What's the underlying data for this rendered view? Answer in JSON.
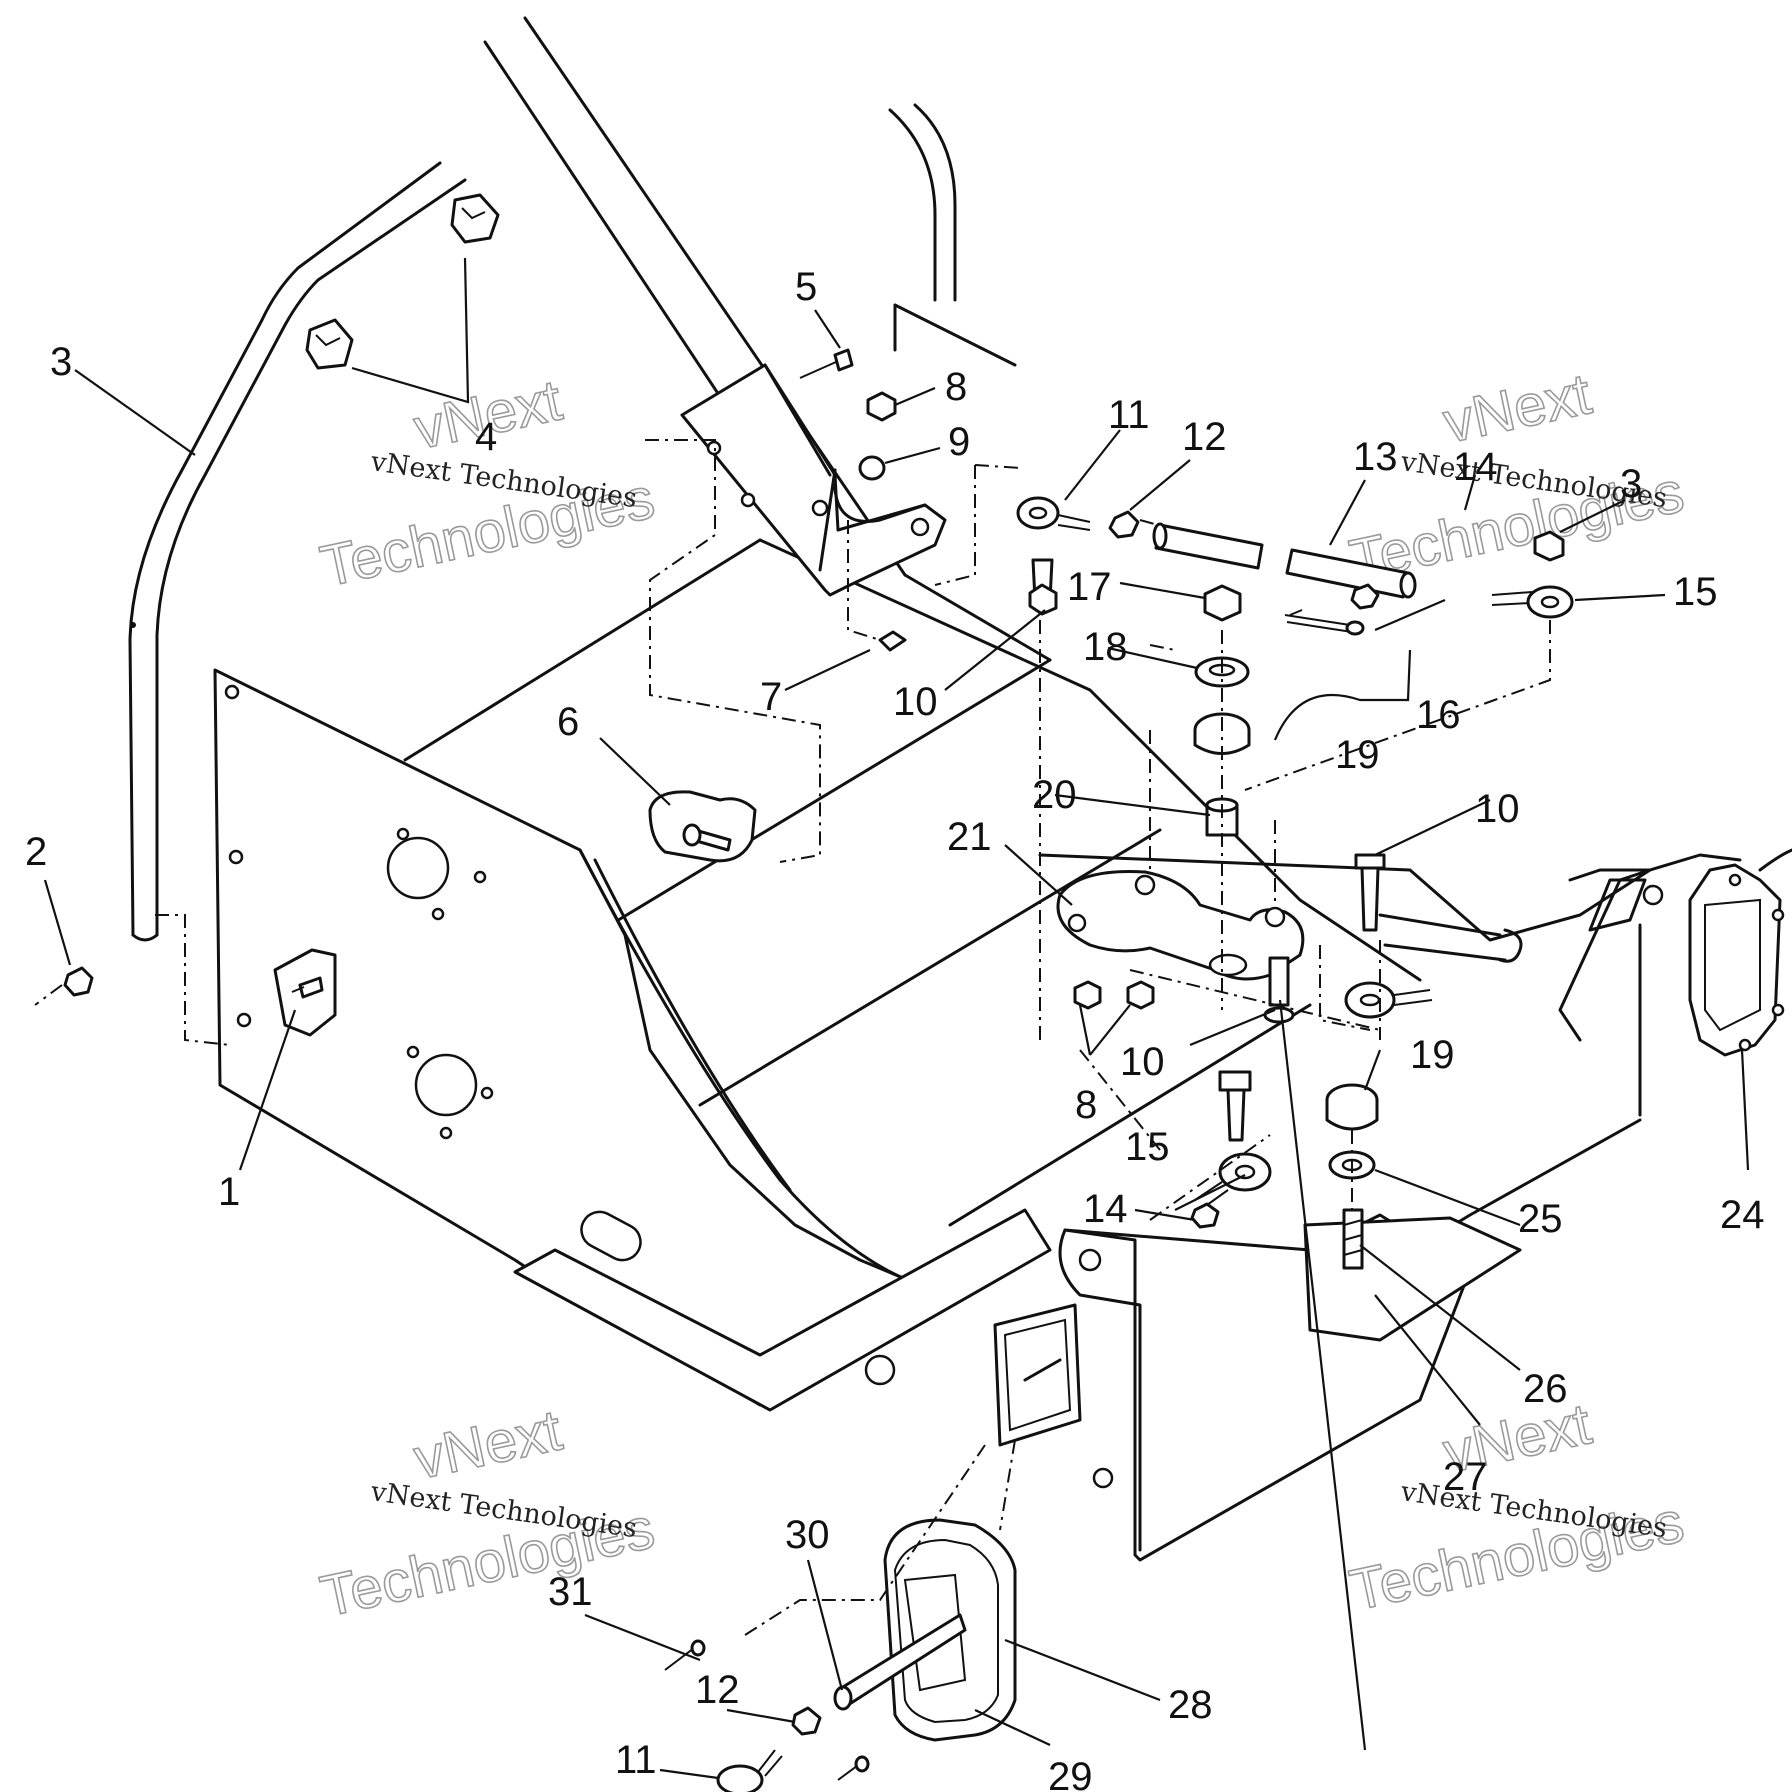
{
  "callouts": [
    "1",
    "2",
    "3",
    "4",
    "5",
    "6",
    "7",
    "8",
    "9",
    "10",
    "11",
    "12",
    "13",
    "14",
    "15",
    "16",
    "17",
    "18",
    "19",
    "20",
    "21",
    "24",
    "25",
    "26",
    "27",
    "28",
    "29",
    "30",
    "31"
  ],
  "watermark": {
    "line1": "vNext",
    "line2": "vNext Technologies",
    "line3": "Technologies"
  }
}
